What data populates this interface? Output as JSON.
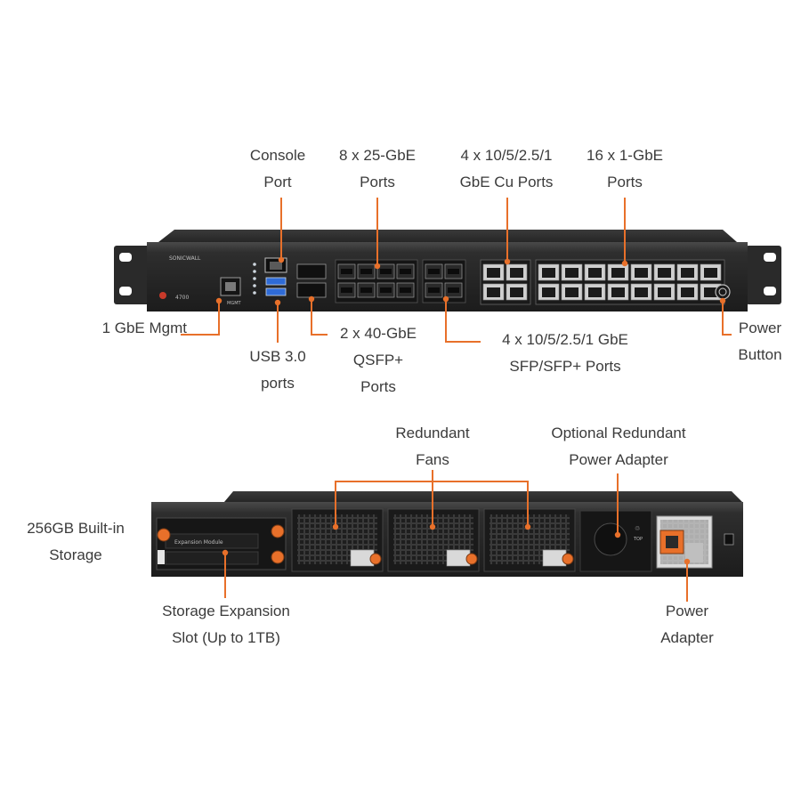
{
  "front": {
    "brand": "SONICWALL",
    "model": "4700",
    "mgmt_port_text": "MGMT",
    "labels": {
      "console_port": [
        "Console",
        "Port"
      ],
      "sfp25_ports": [
        "8  x 25-GbE",
        "Ports"
      ],
      "cu_ports": [
        "4 x 10/5/2.5/1",
        "GbE  Cu Ports"
      ],
      "gbe_ports": [
        "16 x 1-GbE",
        "Ports"
      ],
      "mgmt": [
        "1 GbE Mgmt"
      ],
      "usb": [
        "USB 3.0",
        "ports"
      ],
      "qsfp": [
        "2 x 40-GbE",
        "QSFP+",
        "Ports"
      ],
      "sfp_ports": [
        "4 x 10/5/2.5/1 GbE",
        "SFP/SFP+ Ports"
      ],
      "power_button": [
        "Power",
        "Button"
      ]
    }
  },
  "rear": {
    "expansion_module_text": "Expansion Module",
    "labels": {
      "storage": [
        "256GB Built-in",
        "Storage"
      ],
      "fans": [
        "Redundant",
        "Fans"
      ],
      "optional_psu": [
        "Optional Redundant",
        "Power Adapter"
      ],
      "expansion_slot": [
        "Storage Expansion",
        "Slot (Up to 1TB)"
      ],
      "power_adapter": [
        "Power",
        "Adapter"
      ]
    }
  },
  "colors": {
    "callout": "#e8702a",
    "chassis": "#2b2b2b",
    "text": "#3b3b3b"
  }
}
